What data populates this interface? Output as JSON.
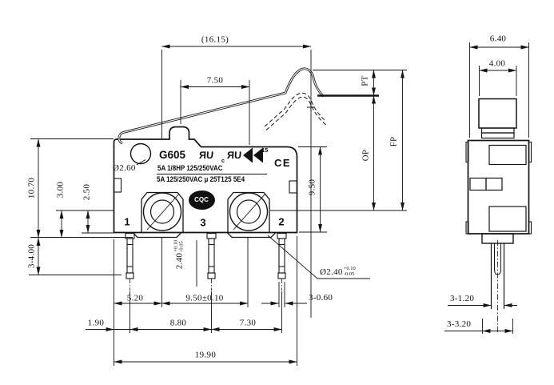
{
  "front": {
    "dim_lever_length": "(16.15)",
    "dim_plunger_to_hole": "7.50",
    "dia_pivot_hole": "Ø2.60",
    "dim_height_total": "10.70",
    "dim_hole_to_foot": "3.00",
    "dim_hole_to_bottom": "2.50",
    "dim_terminal_length": "3-4.00",
    "pin_dia_value": "2.40",
    "pin_dia_tol_plus": "+0.10",
    "pin_dia_tol_minus": "-0.05",
    "dim_edge_to_hole": "5.20",
    "dim_hole_pitch": "9.50±0.10",
    "dim_terminal_thickness": "3-0.60",
    "dim_edge_to_pin1": "1.90",
    "dim_pin1_to_pin3": "8.80",
    "dim_pin3_to_pin2": "7.30",
    "dim_overall_width": "19.90",
    "dim_body_height": "9.50",
    "travel_pt": "PT",
    "travel_op": "OP",
    "travel_fp": "FP",
    "leader_hole_dia_value": "Ø2.40",
    "leader_hole_tol_plus": "+0.10",
    "leader_hole_tol_minus": "-0.05",
    "terminals": [
      "1",
      "3",
      "2"
    ]
  },
  "markings": {
    "model": "G605",
    "ul_mark_1": "ЯU",
    "ul_c": "c",
    "ul_mark_2": "ЯU",
    "enec_number": "15",
    "ce_mark": "CE",
    "rating_line1": "5A 1/8HP 125/250VAC",
    "rating_line2": "5A 125/250VAC μ 25T125 5E4",
    "cqc_logo": "CQC"
  },
  "side": {
    "dim_overall_depth": "6.40",
    "dim_button_width": "4.00",
    "dim_pin_tip_width": "3-1.20",
    "dim_pin_base_width": "3-3.20"
  },
  "colors": {
    "line": "#141414",
    "background": "#ffffff"
  }
}
